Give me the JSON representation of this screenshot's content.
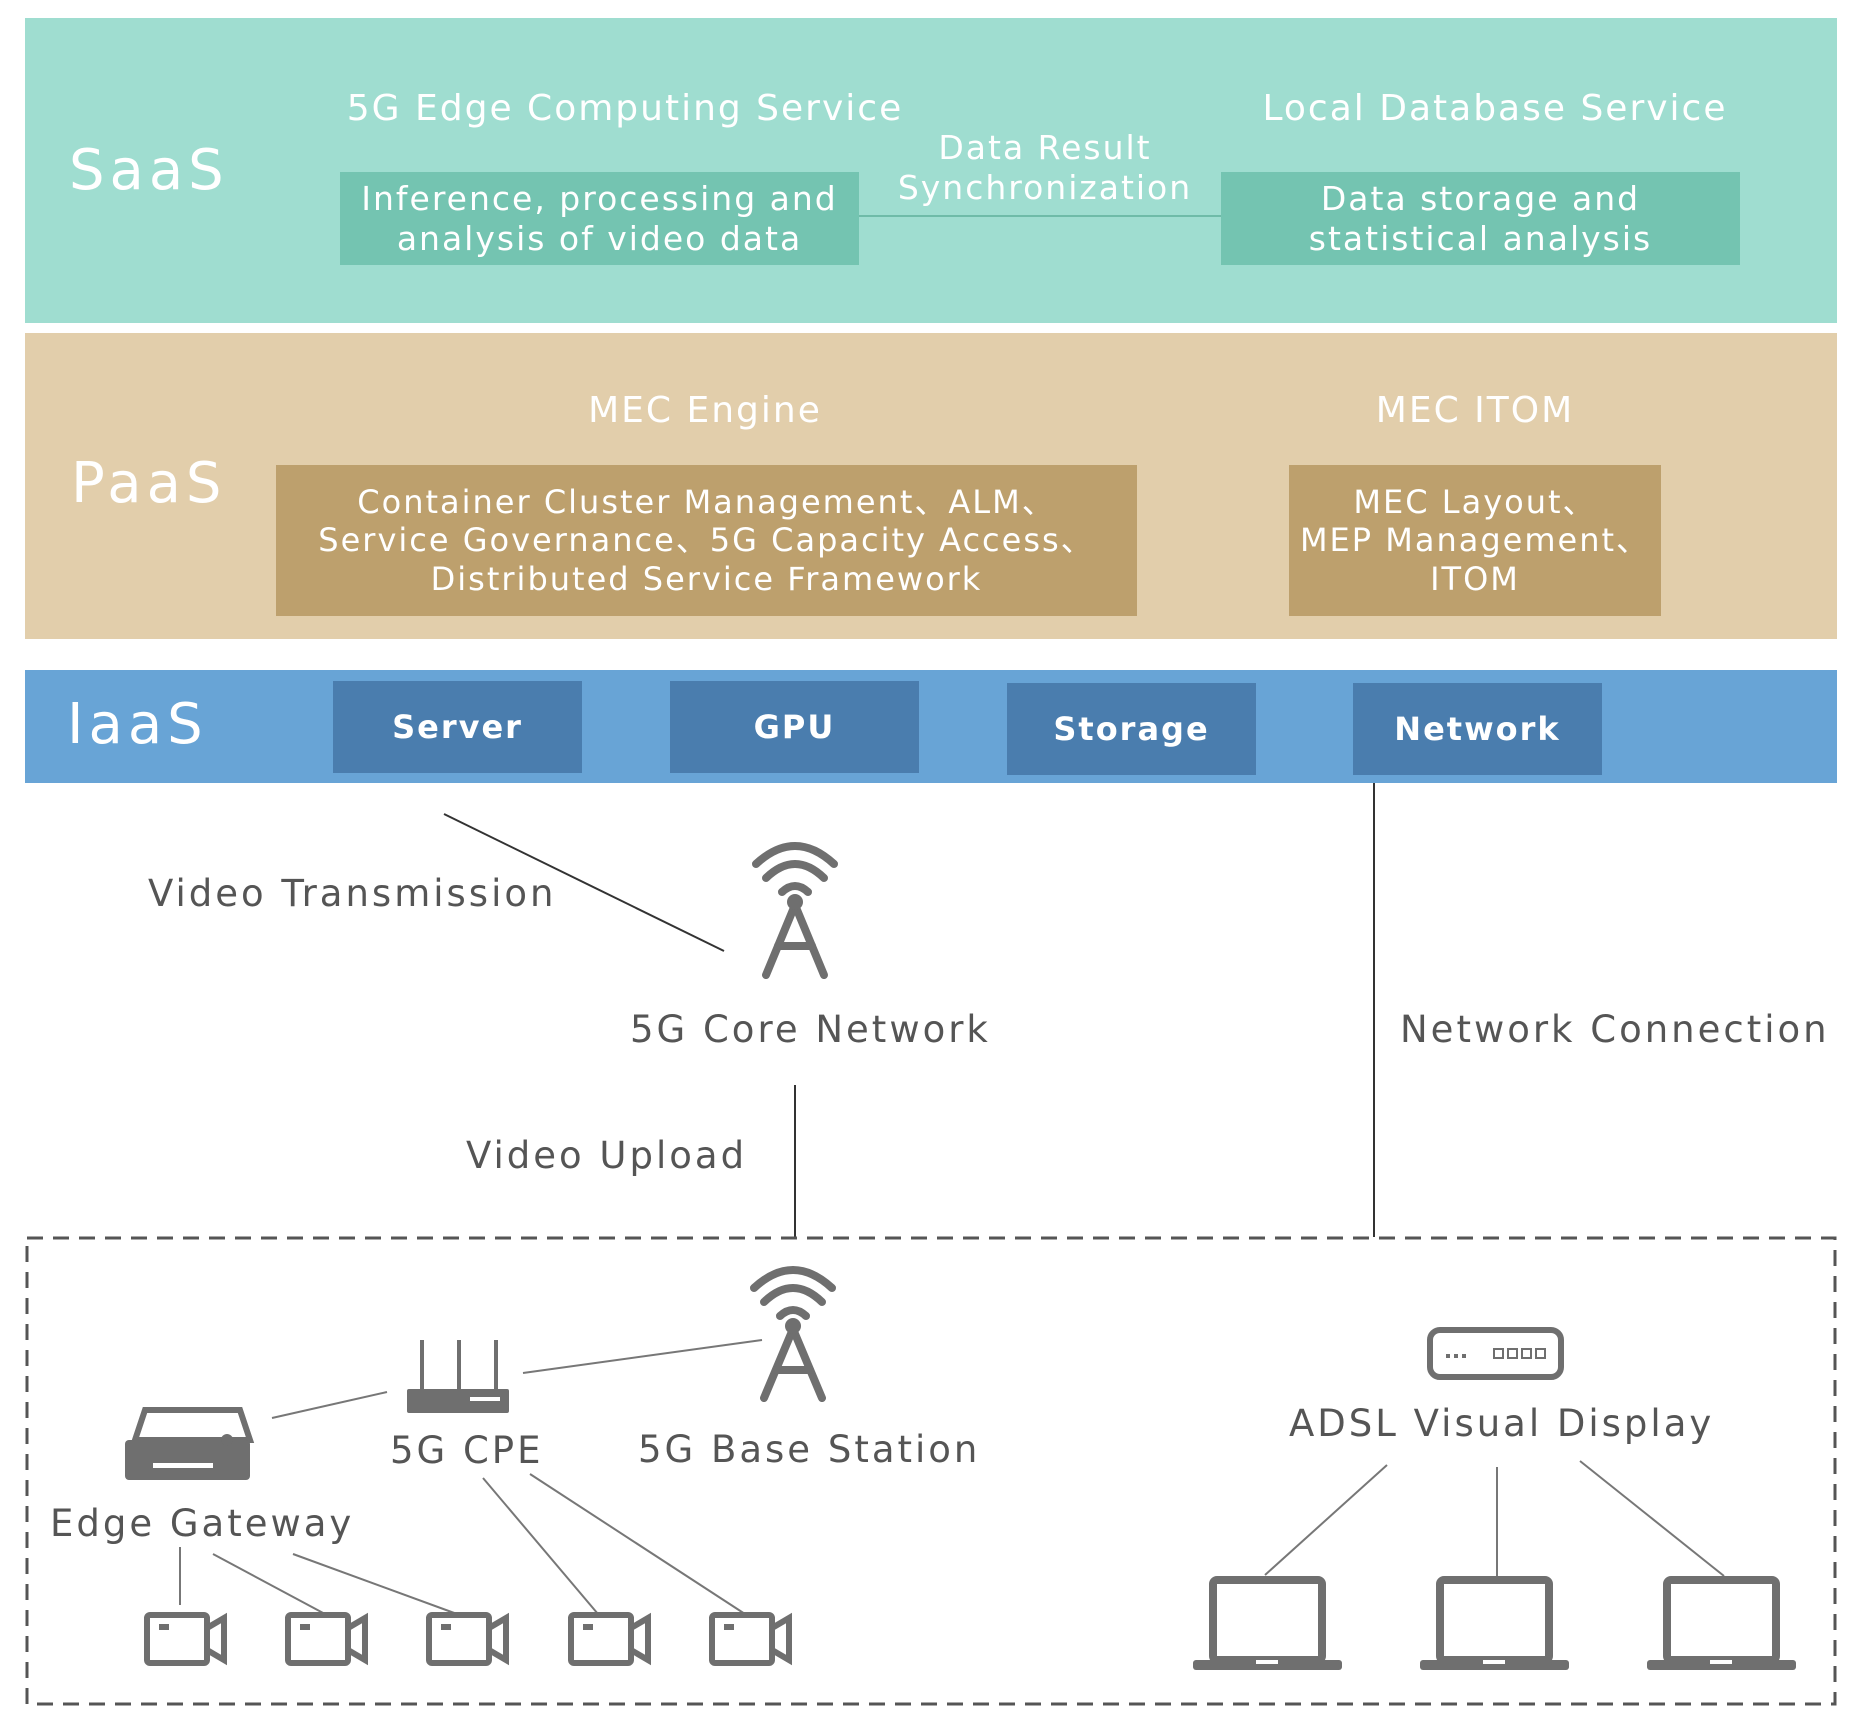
{
  "colors": {
    "saas_bg": "#9FDDD0",
    "saas_box": "#74C4B1",
    "paas_bg": "#E2CEAB",
    "paas_box": "#BDA06D",
    "iaas_bg": "#68A4D6",
    "iaas_box": "#4A7DAE",
    "icon": "#6F6F6F",
    "line": "#333333"
  },
  "saas": {
    "name": "SaaS",
    "left_title": "5G Edge Computing Service",
    "left_box": [
      "Inference, processing and",
      "analysis of video data"
    ],
    "link_label": [
      "Data Result",
      "Synchronization"
    ],
    "right_title": "Local Database Service",
    "right_box": [
      "Data storage and",
      "statistical analysis"
    ]
  },
  "paas": {
    "name": "PaaS",
    "left_title": "MEC Engine",
    "left_box": [
      "Container Cluster Management、ALM、",
      "Service Governance、5G Capacity Access、",
      "Distributed Service Framework"
    ],
    "right_title": "MEC ITOM",
    "right_box": [
      "MEC Layout、",
      "MEP Management、",
      "ITOM"
    ]
  },
  "iaas": {
    "name": "IaaS",
    "items": [
      "Server",
      "GPU",
      "Storage",
      "Network"
    ]
  },
  "network": {
    "video_transmission": "Video Transmission",
    "core_network": "5G Core Network",
    "network_connection": "Network Connection",
    "video_upload": "Video Upload"
  },
  "edge": {
    "cpe": "5G CPE",
    "base_station": "5G Base Station",
    "gateway": "Edge Gateway",
    "adsl_display": "ADSL Visual Display",
    "cameras": [
      "camera",
      "camera",
      "camera",
      "camera",
      "camera"
    ],
    "laptops": [
      "laptop",
      "laptop",
      "laptop"
    ],
    "icons": [
      "antenna-tower-icon",
      "router-icon",
      "gateway-icon",
      "modem-icon",
      "camera-icon",
      "laptop-icon"
    ]
  }
}
